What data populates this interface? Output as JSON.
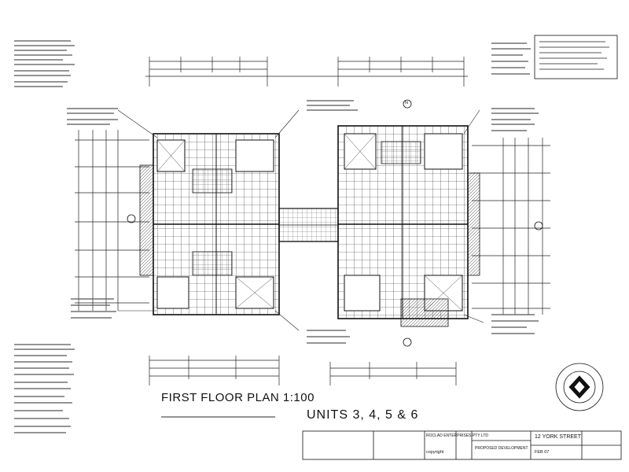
{
  "drawing": {
    "title": "FIRST FLOOR PLAN 1:100",
    "units_label": "UNITS 3, 4, 5 & 6",
    "status": "PROPOSED DEVELOPMENT",
    "company": "ROCLAD ENTERPRISES PTY LTD",
    "street": "12 YORK STREET",
    "date": "FEB 07",
    "copyright": "copyright",
    "north_label": "N",
    "line_color": "#1a1a1a"
  }
}
